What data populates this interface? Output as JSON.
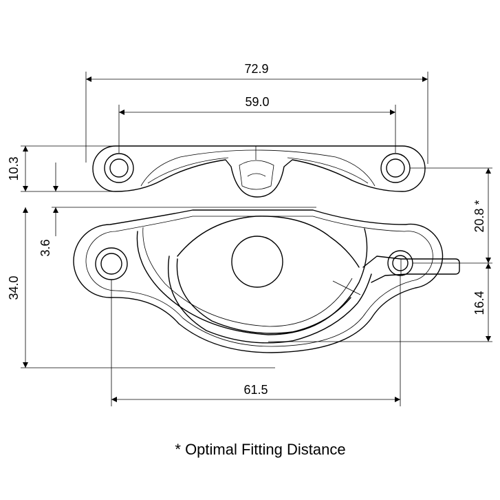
{
  "dimensions": {
    "keeper_overall_width": "72.9",
    "keeper_hole_spacing": "59.0",
    "keeper_height": "10.3",
    "gap": "3.6",
    "fitting_distance": "20.8 *",
    "catch_height": "34.0",
    "lever_height": "16.4",
    "catch_hole_spacing": "61.5"
  },
  "footnote": "* Optimal Fitting Distance",
  "colors": {
    "line": "#000000",
    "background": "#ffffff"
  }
}
